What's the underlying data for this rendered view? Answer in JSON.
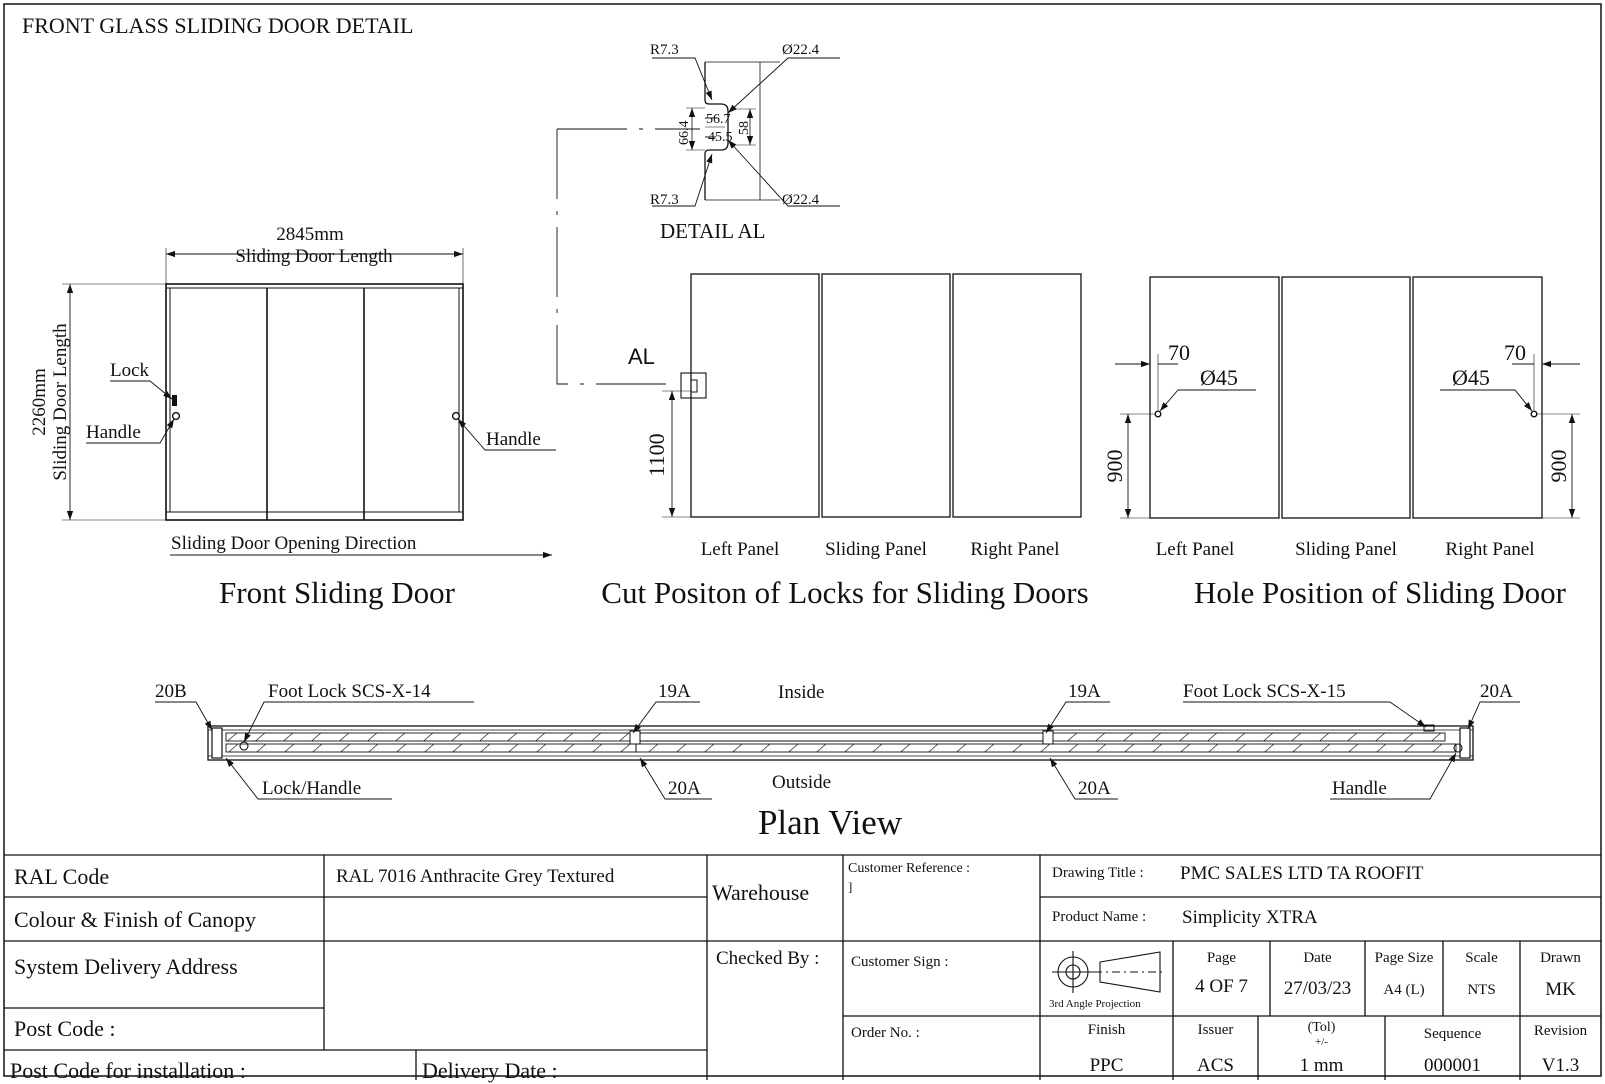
{
  "sheet_title": "FRONT GLASS SLIDING DOOR DETAIL",
  "detail": {
    "title": "DETAIL AL",
    "r_top": "R7.3",
    "r_bottom": "R7.3",
    "dia_top": "Ø22.4",
    "dia_bottom": "Ø22.4",
    "dim_a": "56.7",
    "dim_b": "45.5",
    "dim_c": "66.4",
    "dim_d": "58"
  },
  "front_door": {
    "width_value": "2845mm",
    "width_label": "Sliding Door Length",
    "height_value": "2260mm",
    "height_label": "Sliding Door Length",
    "lock": "Lock",
    "handle_left": "Handle",
    "handle_right": "Handle",
    "opening_direction": "Sliding Door Opening Direction",
    "caption": "Front Sliding Door"
  },
  "cut_position": {
    "marker": "AL",
    "height": "1100",
    "panels": [
      "Left Panel",
      "Sliding Panel",
      "Right Panel"
    ],
    "caption": "Cut Positon of Locks for Sliding Doors"
  },
  "hole_position": {
    "offset_left": "70",
    "offset_right": "70",
    "dia_left": "Ø45",
    "dia_right": "Ø45",
    "height_left": "900",
    "height_right": "900",
    "panels": [
      "Left Panel",
      "Sliding Panel",
      "Right Panel"
    ],
    "caption": "Hole Position of Sliding Door"
  },
  "plan_view": {
    "label_20b": "20B",
    "foot_lock_left": "Foot Lock SCS-X-14",
    "label_19a_left": "19A",
    "inside": "Inside",
    "label_19a_right": "19A",
    "foot_lock_right": "Foot Lock SCS-X-15",
    "label_20a_top": "20A",
    "lock_handle": "Lock/Handle",
    "label_20a_left": "20A",
    "outside": "Outside",
    "label_20a_right": "20A",
    "handle": "Handle",
    "caption": "Plan View"
  },
  "title_block": {
    "ral_code_label": "RAL Code",
    "ral_code_value": "RAL 7016 Anthracite Grey Textured",
    "colour_label": "Colour & Finish of Canopy",
    "warehouse": "Warehouse",
    "customer_ref_label": "Customer Reference :",
    "customer_ref_value": "]",
    "drawing_title_label": "Drawing Title :",
    "drawing_title_value": "PMC SALES LTD TA ROOFIT",
    "product_name_label": "Product Name :",
    "product_name_value": "Simplicity XTRA",
    "delivery_address_label": "System Delivery Address",
    "checked_by": "Checked By :",
    "customer_sign": "Customer Sign :",
    "projection": "3rd Angle Projection",
    "page_label": "Page",
    "page_value": "4 OF 7",
    "date_label": "Date",
    "date_value": "27/03/23",
    "page_size_label": "Page Size",
    "page_size_value": "A4 (L)",
    "scale_label": "Scale",
    "scale_value": "NTS",
    "drawn_label": "Drawn",
    "drawn_value": "MK",
    "post_code_label": "Post Code :",
    "order_no_label": "Order No. :",
    "finish_label": "Finish",
    "finish_value": "PPC",
    "issuer_label": "Issuer",
    "issuer_value": "ACS",
    "tol_label": "(Tol)",
    "tol_sign": "+/-",
    "tol_value": "1 mm",
    "sequence_label": "Sequence",
    "sequence_value": "000001",
    "revision_label": "Revision",
    "revision_value": "V1.3",
    "post_code_install_label": "Post Code for installation :",
    "delivery_date_label": "Delivery Date :"
  }
}
